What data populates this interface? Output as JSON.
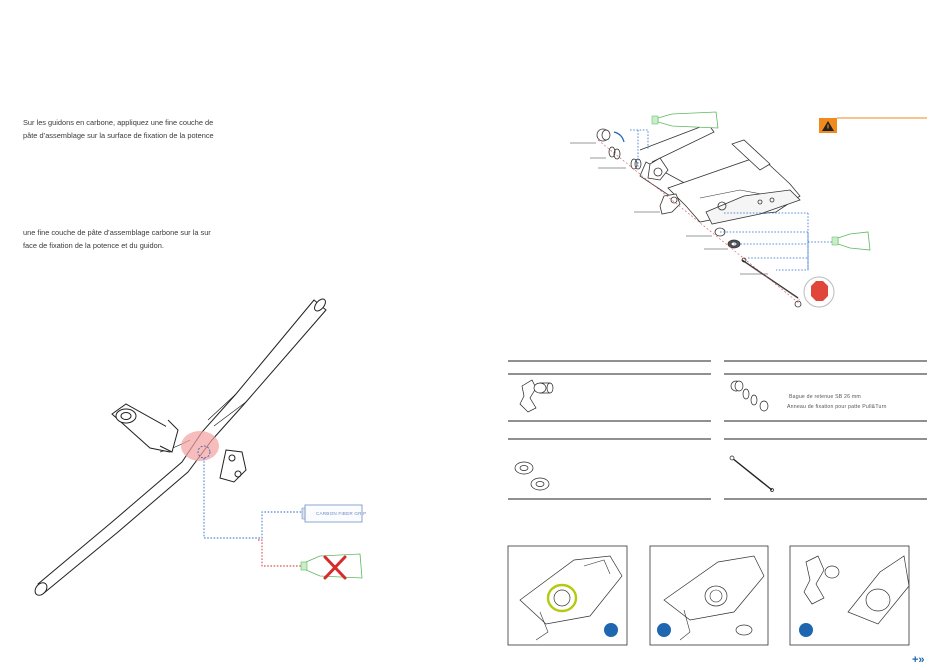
{
  "left_text": {
    "para1": [
      "Sur les guidons en carbone, appliquez une fine couche de",
      "pâte d’assemblage sur la surface de fixation de la potence"
    ],
    "para2": [
      "une fine couche de pâte d’assemblage carbone sur la sur",
      "face de fixation de la potence et du guidon."
    ]
  },
  "tube_label": "CARBON FIBER GRIP",
  "parts_table": {
    "cell_top_right_lines": [
      "Bague de retenue SB 26 mm",
      "Anneau de fixation pour patte Pull&Turn"
    ]
  },
  "colors": {
    "accent_blue": "#1e66b0",
    "warning_orange": "#f08a1c",
    "grease_green": "#5cb85c",
    "cross_red": "#d82a2a",
    "stop_red": "#e0463a",
    "highlight_pink": "#f4a0a0",
    "lime_ring": "#b5c90f"
  },
  "icons": [
    "warning-icon",
    "grease-tube-icon",
    "hex-stop-icon",
    "cross-icon",
    "step-marker-icon",
    "next-page-icon"
  ],
  "footer": {
    "next_glyph": "+»"
  }
}
